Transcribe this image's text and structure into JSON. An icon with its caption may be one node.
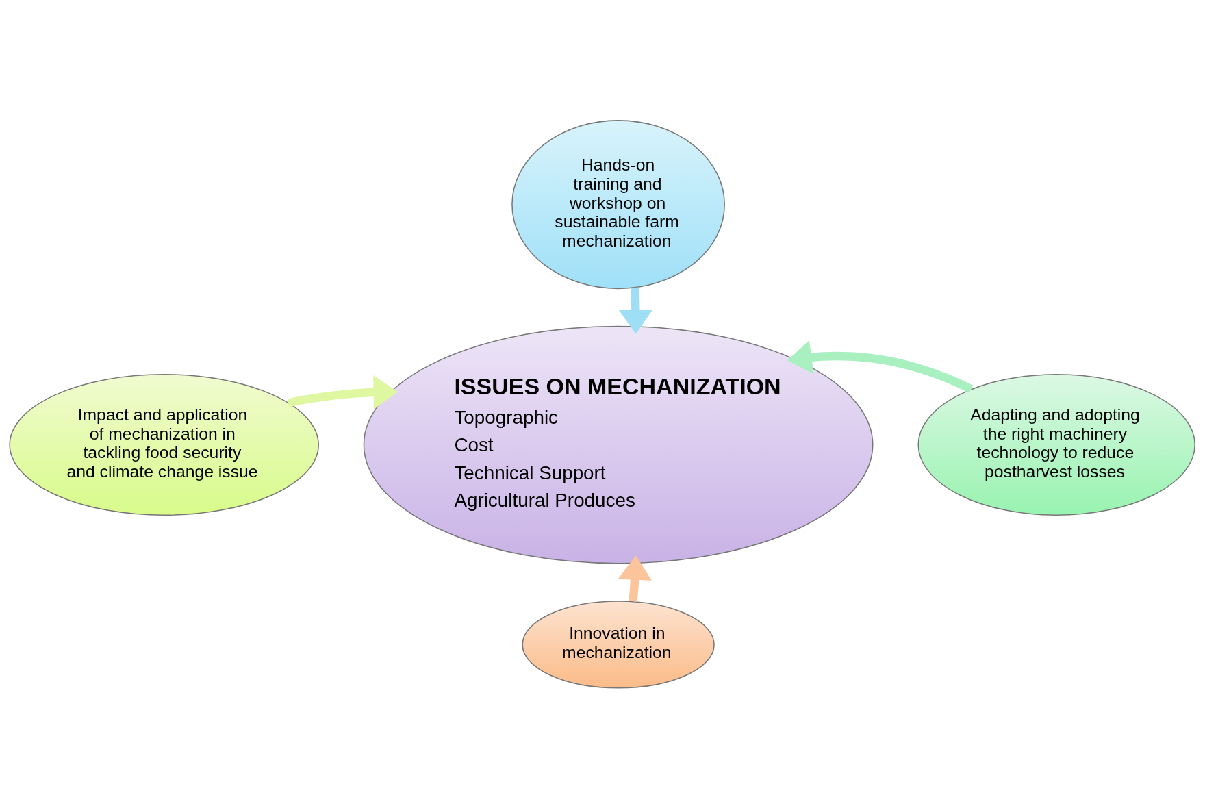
{
  "diagram": {
    "nodes": [
      {
        "text": [
          "ISSUES ON MECHANIZATION",
          "Topographic",
          "Cost",
          "Technical Support",
          "Agricultural Produces"
        ]
      },
      {
        "text": [
          "Hands-on training and workshop on sustainable farm mechanization"
        ]
      },
      {
        "text": [
          "Impact and application of mechanization in tackling food security and climate change issue"
        ]
      },
      {
        "text": [
          "Adapting and adopting the right machinery technology to reduce postharvest losses"
        ]
      },
      {
        "text": [
          "Innovation in mechanization"
        ]
      }
    ],
    "edges": [
      {
        "from": 1,
        "to": 0,
        "arrow": "to",
        "color": "#9fdff5"
      },
      {
        "from": 2,
        "to": 0,
        "arrow": "to",
        "color": "#dff7a0"
      },
      {
        "from": 3,
        "to": 0,
        "arrow": "to",
        "color": "#a8f0c0"
      },
      {
        "from": 4,
        "to": 0,
        "arrow": "to",
        "color": "#fbc49a"
      }
    ]
  }
}
